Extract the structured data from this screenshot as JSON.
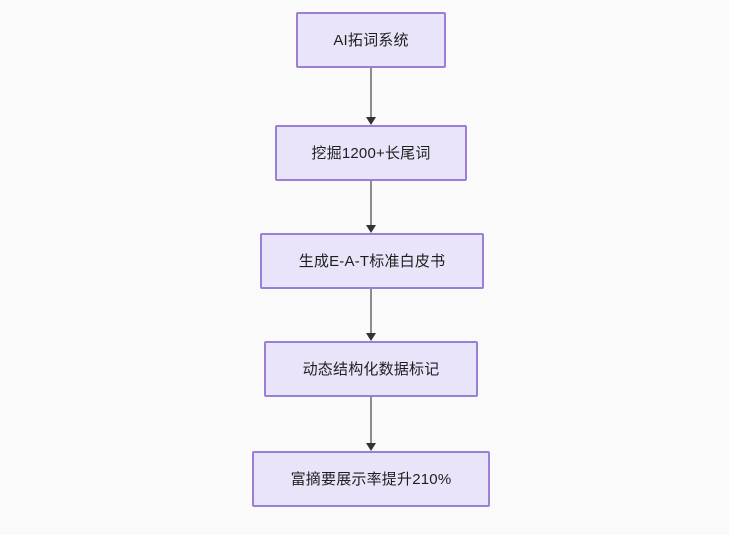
{
  "diagram": {
    "type": "flowchart",
    "direction": "top-to-bottom",
    "background_color": "#fafafa",
    "node_fill_color": "#e9e4f9",
    "node_border_color": "#9b7fd4",
    "connector_line_color": "#8d8d8d",
    "arrowhead_color": "#333333",
    "text_color": "#1f1f1f",
    "nodes": [
      {
        "id": "node-1",
        "label": "AI拓词系统"
      },
      {
        "id": "node-2",
        "label": "挖掘1200+长尾词"
      },
      {
        "id": "node-3",
        "label": "生成E-A-T标准白皮书"
      },
      {
        "id": "node-4",
        "label": "动态结构化数据标记"
      },
      {
        "id": "node-5",
        "label": "富摘要展示率提升210%"
      }
    ],
    "edges": [
      {
        "id": "conn-1",
        "from": "node-1",
        "to": "node-2",
        "label": ""
      },
      {
        "id": "conn-2",
        "from": "node-2",
        "to": "node-3",
        "label": ""
      },
      {
        "id": "conn-3",
        "from": "node-3",
        "to": "node-4",
        "label": ""
      },
      {
        "id": "conn-4",
        "from": "node-4",
        "to": "node-5",
        "label": ""
      }
    ]
  }
}
